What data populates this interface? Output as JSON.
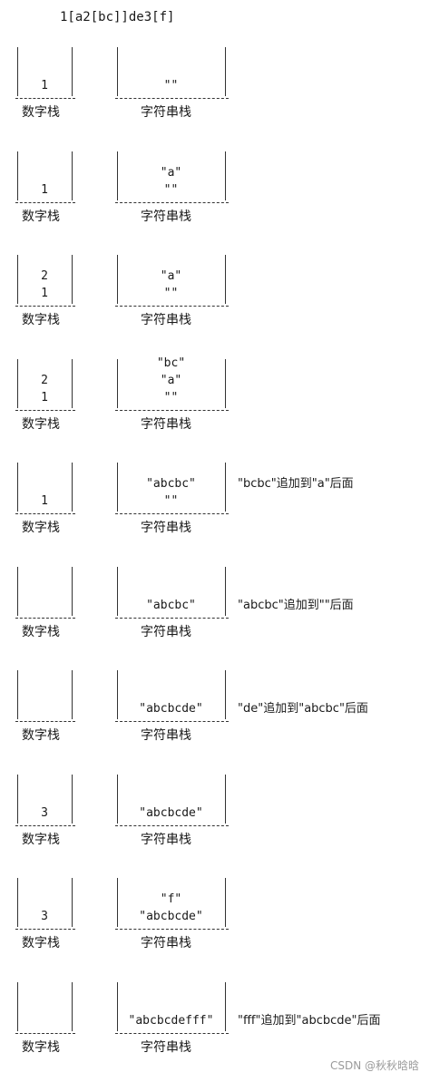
{
  "title": "1[a2[bc]]de3[f]",
  "label_num": "数字栈",
  "label_str": "字符串栈",
  "frames": [
    {
      "num": [
        "1"
      ],
      "str": [
        "\"\""
      ],
      "note": ""
    },
    {
      "num": [
        "1"
      ],
      "str": [
        "\"a\"",
        "\"\""
      ],
      "note": ""
    },
    {
      "num": [
        "2",
        "1"
      ],
      "str": [
        "\"a\"",
        "\"\""
      ],
      "note": ""
    },
    {
      "num": [
        "2",
        "1"
      ],
      "str": [
        "\"bc\"",
        "\"a\"",
        "\"\""
      ],
      "note": ""
    },
    {
      "num": [
        "1"
      ],
      "str": [
        "\"abcbc\"",
        "\"\""
      ],
      "note": "\"bcbc\"追加到\"a\"后面"
    },
    {
      "num": [],
      "str": [
        "\"abcbc\""
      ],
      "note": "\"abcbc\"追加到\"\"后面"
    },
    {
      "num": [],
      "str": [
        "\"abcbcde\""
      ],
      "note": "\"de\"追加到\"abcbc\"后面"
    },
    {
      "num": [
        "3"
      ],
      "str": [
        "\"abcbcde\""
      ],
      "note": ""
    },
    {
      "num": [
        "3"
      ],
      "str": [
        "\"f\"",
        "\"abcbcde\""
      ],
      "note": ""
    },
    {
      "num": [],
      "str": [
        "\"abcbcdefff\""
      ],
      "note": "\"fff\"追加到\"abcbcde\"后面"
    }
  ],
  "watermark": "CSDN @秋秋晗晗"
}
